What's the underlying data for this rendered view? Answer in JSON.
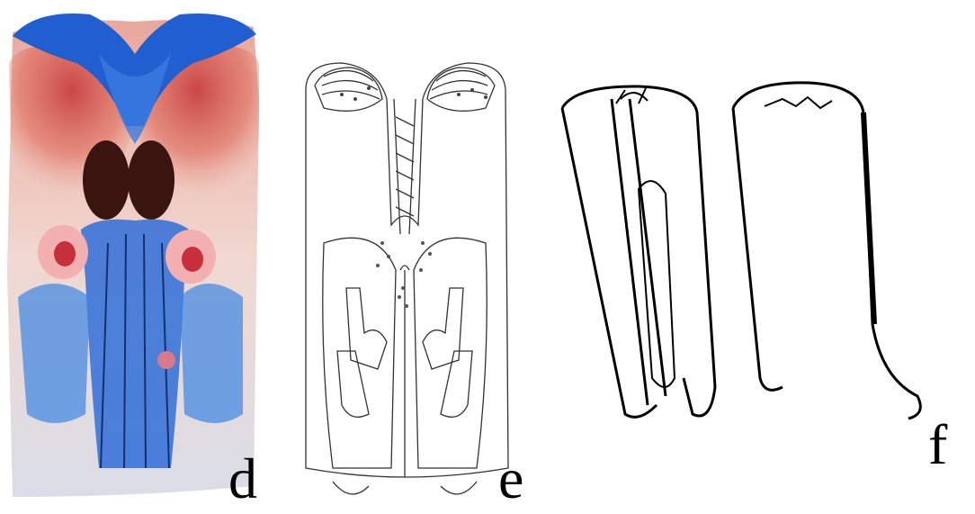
{
  "figure": {
    "panels": [
      {
        "label": "d",
        "kind": "stained specimen photograph",
        "colors": {
          "cartilage": "#1f5fd0",
          "bone": "#d2574e",
          "dark_core": "#3a1510"
        }
      },
      {
        "label": "e",
        "kind": "line drawing, longitudinal section"
      },
      {
        "label": "f",
        "kind": "line drawing, cut cylinder and exterior view"
      }
    ]
  }
}
